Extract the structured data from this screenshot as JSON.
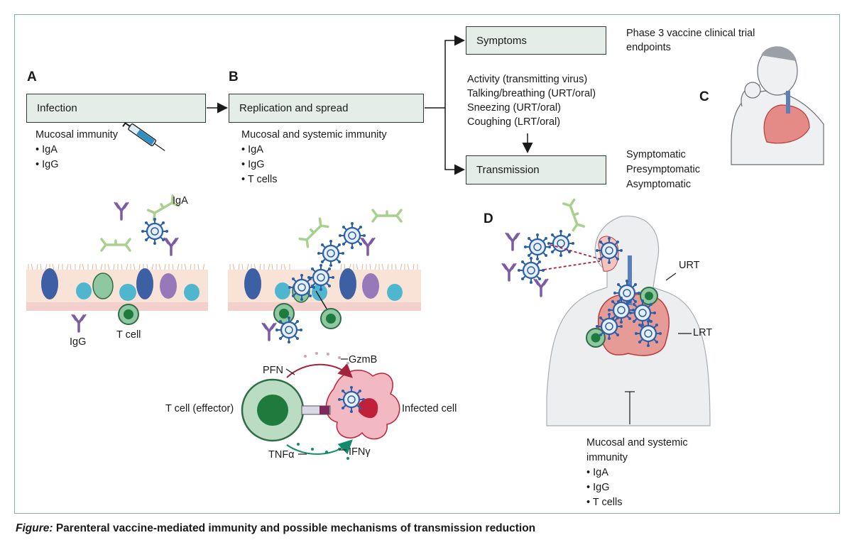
{
  "panels": {
    "a": "A",
    "b": "B",
    "c": "C",
    "d": "D"
  },
  "boxes": {
    "infection": "Infection",
    "replication": "Replication and spread",
    "symptoms": "Symptoms",
    "transmission": "Transmission"
  },
  "panel_a": {
    "immunity_title": "Mucosal immunity",
    "items": [
      "• IgA",
      "• IgG"
    ],
    "iga_label": "IgA",
    "igg_label": "IgG",
    "tcell_label": "T cell"
  },
  "panel_b": {
    "immunity_title": "Mucosal and systemic immunity",
    "items": [
      "• IgA",
      "• IgG",
      "• T cells"
    ]
  },
  "endpoints": {
    "line1": "Phase 3 vaccine clinical trial",
    "line2": "endpoints"
  },
  "activities": [
    "Activity (transmitting virus)",
    "Talking/breathing (URT/oral)",
    "Sneezing (URT/oral)",
    "Coughing (LRT/oral)"
  ],
  "transmission_types": [
    "Symptomatic",
    "Presymptomatic",
    "Asymptomatic"
  ],
  "effector": {
    "pfn": "PFN",
    "gzmb": "GzmB",
    "tcell": "T cell (effector)",
    "infected": "Infected cell",
    "tnfa": "TNFα",
    "ifng": "IFNγ"
  },
  "panel_d": {
    "urt": "URT",
    "lrt": "LRT",
    "immunity_line1": "Mucosal and systemic",
    "immunity_line2": "immunity",
    "items": [
      "• IgA",
      "• IgG",
      "• T cells"
    ]
  },
  "caption": {
    "lead": "Figure:",
    "text": " Parenteral vaccine-mediated immunity and possible mechanisms of transmission reduction"
  },
  "colors": {
    "box_fill": "#e4ede8",
    "frame": "#7fb3aa",
    "tcell": "#1f7a3e",
    "virus": "#2b5fa8",
    "iga": "#a9d18e",
    "igg": "#7b5aa6",
    "infected": "#c0213a",
    "lung": "#d9403f"
  }
}
